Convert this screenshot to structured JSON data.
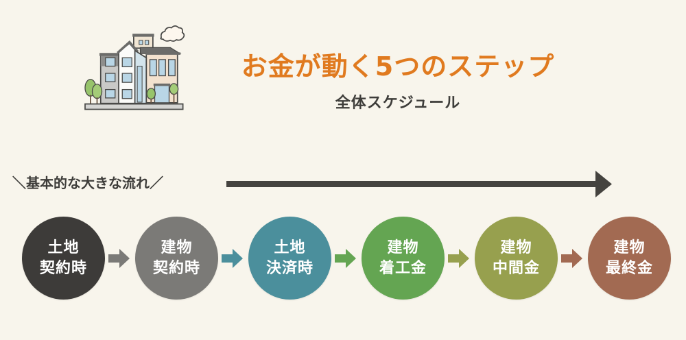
{
  "header": {
    "title": "お金が動く5つのステップ",
    "subtitle": "全体スケジュール",
    "title_color": "#e07a1f",
    "illustration": "apartment-building-icon"
  },
  "flow": {
    "label": "＼基本的な大きな流れ／",
    "arrow": "long-right-arrow-icon"
  },
  "steps": [
    {
      "line1": "土地",
      "line2": "契約時",
      "color": "#3d3b39"
    },
    {
      "line1": "建物",
      "line2": "契約時",
      "color": "#7b7a77"
    },
    {
      "line1": "土地",
      "line2": "決済時",
      "color": "#4b8f9c"
    },
    {
      "line1": "建物",
      "line2": "着工金",
      "color": "#64a552"
    },
    {
      "line1": "建物",
      "line2": "中間金",
      "color": "#97a04e"
    },
    {
      "line1": "建物",
      "line2": "最終金",
      "color": "#a26a52"
    }
  ],
  "connectors": [
    {
      "color": "#7b7a77"
    },
    {
      "color": "#4b8f9c"
    },
    {
      "color": "#64a552"
    },
    {
      "color": "#97a04e"
    },
    {
      "color": "#a26a52"
    }
  ]
}
